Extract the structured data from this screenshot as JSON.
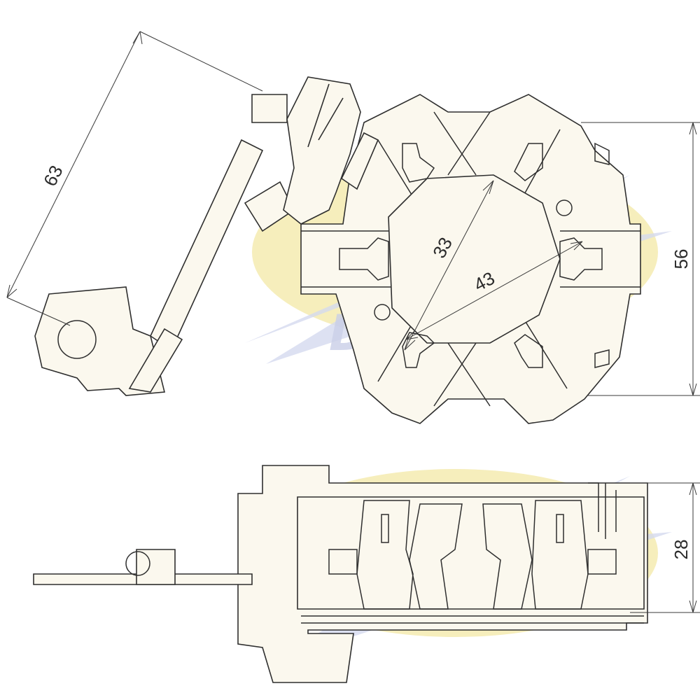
{
  "drawing": {
    "dimensions": {
      "lead_length": "63",
      "inner_diameter": "33",
      "outer_diameter": "43",
      "overall_width": "56",
      "height": "28"
    },
    "colors": {
      "line": "#2f2f2f",
      "part_fill": "#fbf8ee",
      "watermark_yellow": "#f3e9a6",
      "watermark_blue": "#c7cdea"
    },
    "watermark": {
      "text": "DP"
    }
  }
}
